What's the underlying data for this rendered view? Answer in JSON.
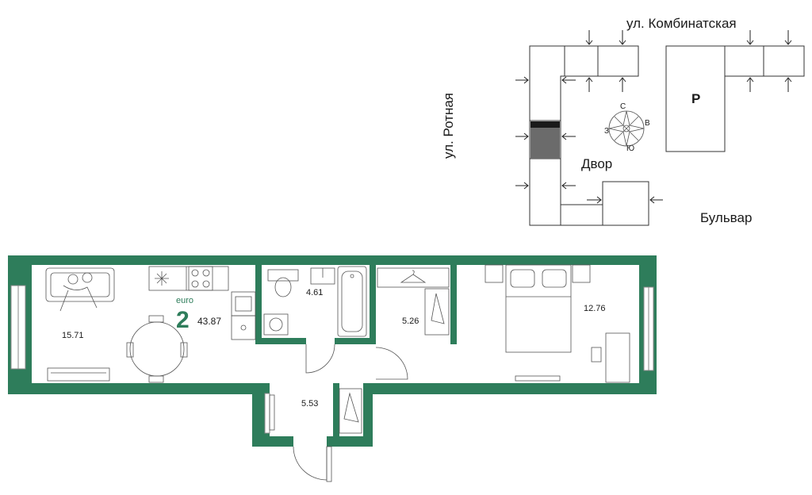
{
  "site": {
    "street_top": "ул. Комбинатская",
    "street_left": "ул. Ротная",
    "courtyard": "Двор",
    "boulevard": "Бульвар",
    "parking": "P",
    "compass": {
      "north": "С",
      "east": "В",
      "south": "Ю",
      "west": "З"
    }
  },
  "apartment": {
    "type_label": "euro",
    "rooms": "2",
    "total_area": "43.87"
  },
  "rooms": {
    "living": "15.71",
    "bathroom": "4.61",
    "wardrobe": "5.26",
    "bedroom": "12.76",
    "hall": "5.53"
  },
  "colors": {
    "wall": "#2e7d5b",
    "highlight_unit": "#6b6b6b"
  },
  "icons": [
    "compass-icon",
    "hanger-icon",
    "sofa-icon",
    "stove-icon",
    "bed-icon",
    "washing-machine-icon",
    "bathtub-icon",
    "table-icon",
    "sink-icon",
    "toilet-icon"
  ]
}
